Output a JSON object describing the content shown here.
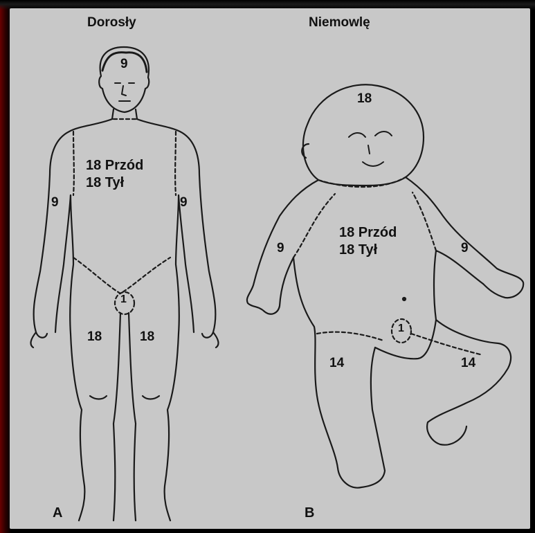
{
  "titles": {
    "adult": "Dorosły",
    "infant": "Niemowlę"
  },
  "panel_letters": {
    "adult": "A",
    "infant": "B"
  },
  "adult": {
    "head": "9",
    "trunk_front": "18 Przód",
    "trunk_back": "18 Tył",
    "arm_right": "9",
    "arm_left": "9",
    "genital": "1",
    "leg_right": "18",
    "leg_left": "18"
  },
  "infant": {
    "head": "18",
    "trunk_front": "18 Przód",
    "trunk_back": "18 Tył",
    "arm_right": "9",
    "arm_left": "9",
    "genital": "1",
    "leg_right": "14",
    "leg_left": "14"
  },
  "colors": {
    "panel": "#c8c8c8",
    "ink": "#111111",
    "vignette_left": "#6a0000"
  }
}
